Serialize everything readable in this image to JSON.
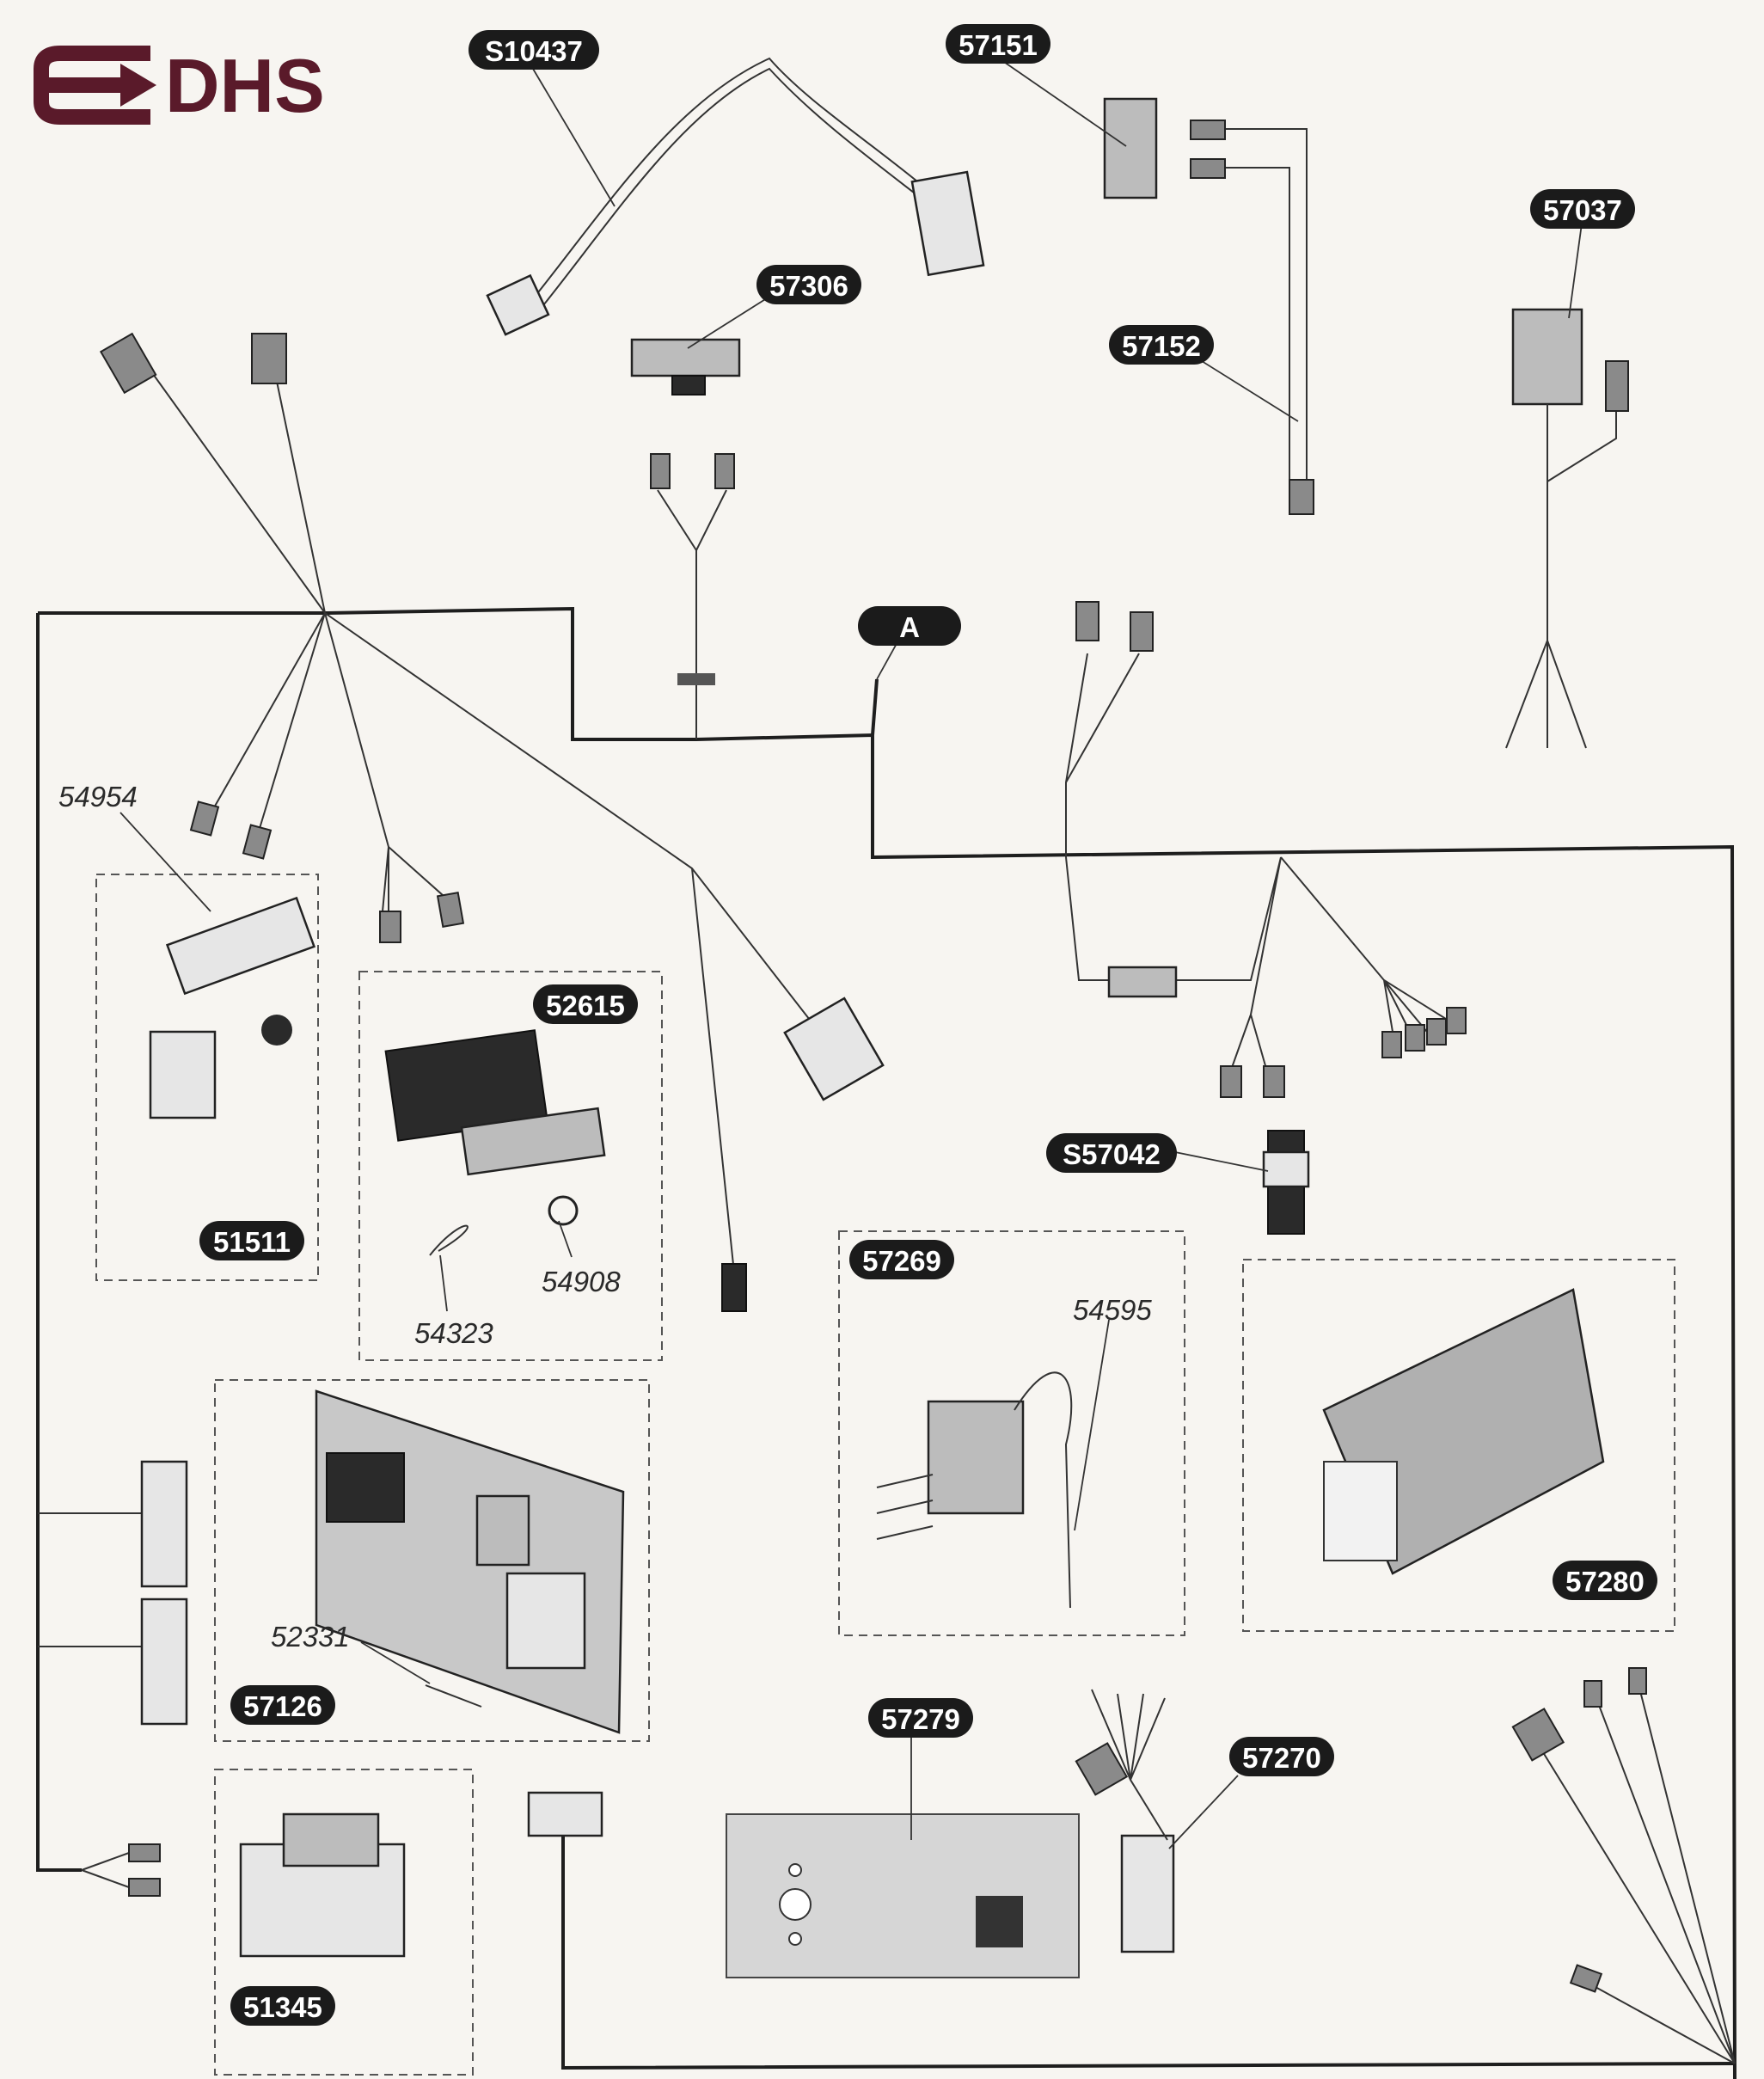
{
  "logo": {
    "text": "DHS",
    "color": "#5a1a2a"
  },
  "parts": [
    "S10437",
    "57151",
    "57037",
    "57306",
    "57152",
    "A",
    "52615",
    "51511",
    "S57042",
    "57269",
    "57280",
    "57126",
    "57279",
    "57270",
    "51345"
  ],
  "subparts": [
    "54954",
    "54908",
    "54323",
    "54595",
    "52331"
  ]
}
